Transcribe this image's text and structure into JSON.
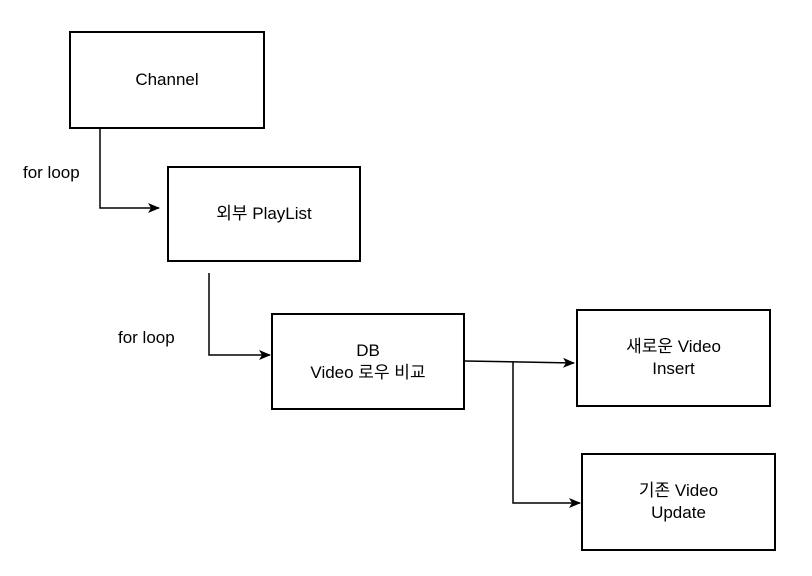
{
  "nodes": {
    "channel": {
      "line1": "Channel"
    },
    "external_playlist": {
      "line1": "외부 PlayList"
    },
    "db_compare": {
      "line1": "DB",
      "line2": "Video 로우 비교"
    },
    "new_video": {
      "line1": "새로운 Video",
      "line2": "Insert"
    },
    "existing_video": {
      "line1": "기존 Video",
      "line2": "Update"
    }
  },
  "edges": {
    "channel_to_playlist": {
      "label": "for loop"
    },
    "playlist_to_db": {
      "label": "for loop"
    },
    "db_to_new": {
      "label": ""
    },
    "db_to_existing": {
      "label": ""
    }
  }
}
